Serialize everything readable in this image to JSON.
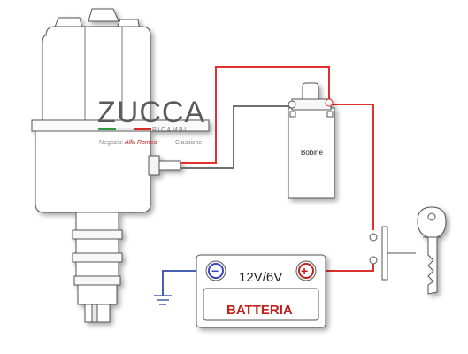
{
  "logo": {
    "brand": "ZUCCA",
    "subtitle": "RICAMBI",
    "tagline_prefix": "Negozio",
    "tagline_brand": "Alfa Romeo",
    "tagline_suffix": "Classiche",
    "flag_colors": [
      "#2e9b3c",
      "#ffffff",
      "#d42a2a"
    ]
  },
  "coil": {
    "label": "Bobine"
  },
  "battery": {
    "voltage": "12V/6V",
    "label": "BATTERIA",
    "minus_symbol": "−",
    "plus_symbol": "+",
    "label_color": "#c0201c",
    "minus_color": "#3a46b8",
    "plus_color": "#c0201c"
  },
  "wires": {
    "positive_color": "#e03030",
    "signal_color": "#707070",
    "ground_color": "#4660b0"
  }
}
